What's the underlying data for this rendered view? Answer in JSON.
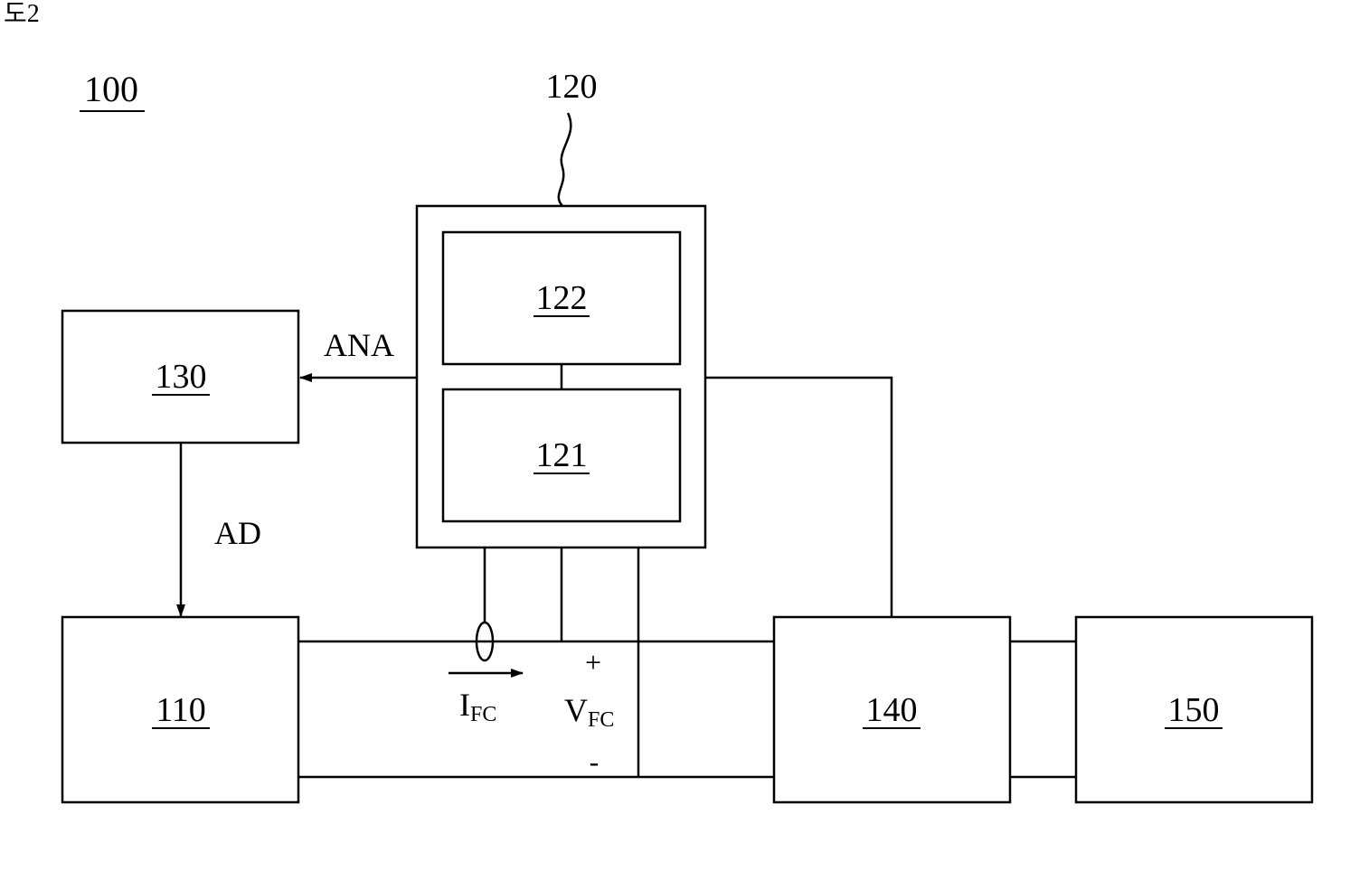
{
  "figure_label": "도2",
  "system_ref": "100",
  "blocks": {
    "b120": "120",
    "b122": "122",
    "b121": "121",
    "b130": "130",
    "b110": "110",
    "b140": "140",
    "b150": "150"
  },
  "signals": {
    "ana": "ANA",
    "ad": "AD",
    "current_main": "I",
    "current_sub": "FC",
    "voltage_main": "V",
    "voltage_sub": "FC",
    "plus": "+",
    "minus": "-"
  }
}
